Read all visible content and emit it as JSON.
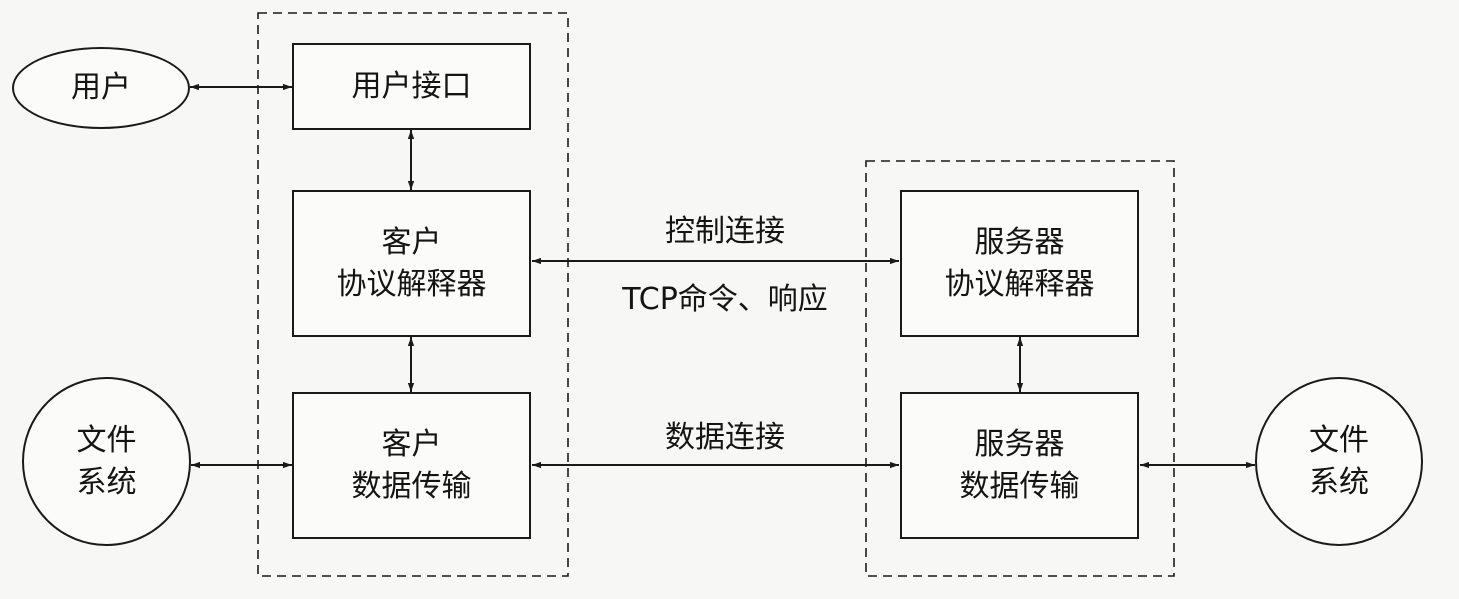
{
  "nodes": {
    "user": {
      "line1": "用户"
    },
    "user_interface": {
      "line1": "用户接口"
    },
    "client_pi": {
      "line1": "客户",
      "line2": "协议解释器"
    },
    "client_dtp": {
      "line1": "客户",
      "line2": "数据传输"
    },
    "client_fs": {
      "line1": "文件",
      "line2": "系统"
    },
    "server_pi": {
      "line1": "服务器",
      "line2": "协议解释器"
    },
    "server_dtp": {
      "line1": "服务器",
      "line2": "数据传输"
    },
    "server_fs": {
      "line1": "文件",
      "line2": "系统"
    }
  },
  "labels": {
    "control_connection": "控制连接",
    "tcp_commands": "TCP命令、响应",
    "data_connection": "数据连接"
  },
  "colors": {
    "stroke": "#1a1a1a",
    "background": "#f7f7f5"
  }
}
